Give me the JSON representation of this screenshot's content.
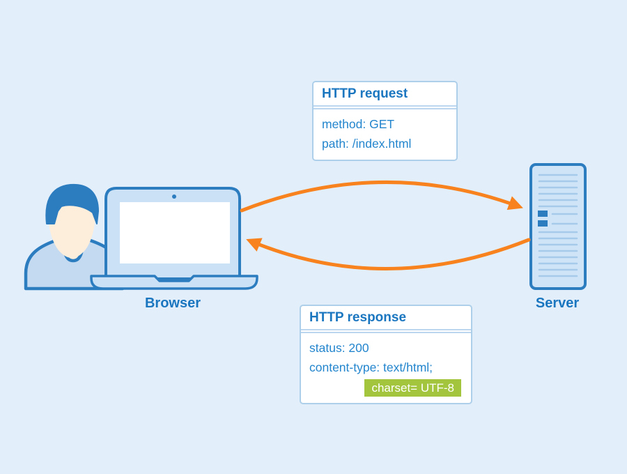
{
  "request_box": {
    "title": "HTTP request",
    "lines": [
      "method: GET",
      "path: /index.html"
    ]
  },
  "response_box": {
    "title": "HTTP response",
    "lines": [
      "status: 200",
      "content-type: text/html;"
    ],
    "badge": "charset= UTF-8"
  },
  "labels": {
    "browser": "Browser",
    "server": "Server"
  },
  "colors": {
    "background": "#E2EEFA",
    "heading_blue": "#1B76C0",
    "body_text_blue": "#2385CD",
    "outline_blue": "#2C7CC0",
    "laptop_fill": "#CBE1F6",
    "server_fill": "#D0E4F8",
    "shirt_fill": "#C3DAF0",
    "skin": "#FDEEDB",
    "arrow_orange": "#F8821D",
    "badge_green": "#A2C53D",
    "box_border": "#AECFEA"
  },
  "icons": {
    "user": "user-icon",
    "laptop": "laptop-icon",
    "server": "server-icon",
    "request_arrow": "request-arrow-icon",
    "response_arrow": "response-arrow-icon"
  }
}
